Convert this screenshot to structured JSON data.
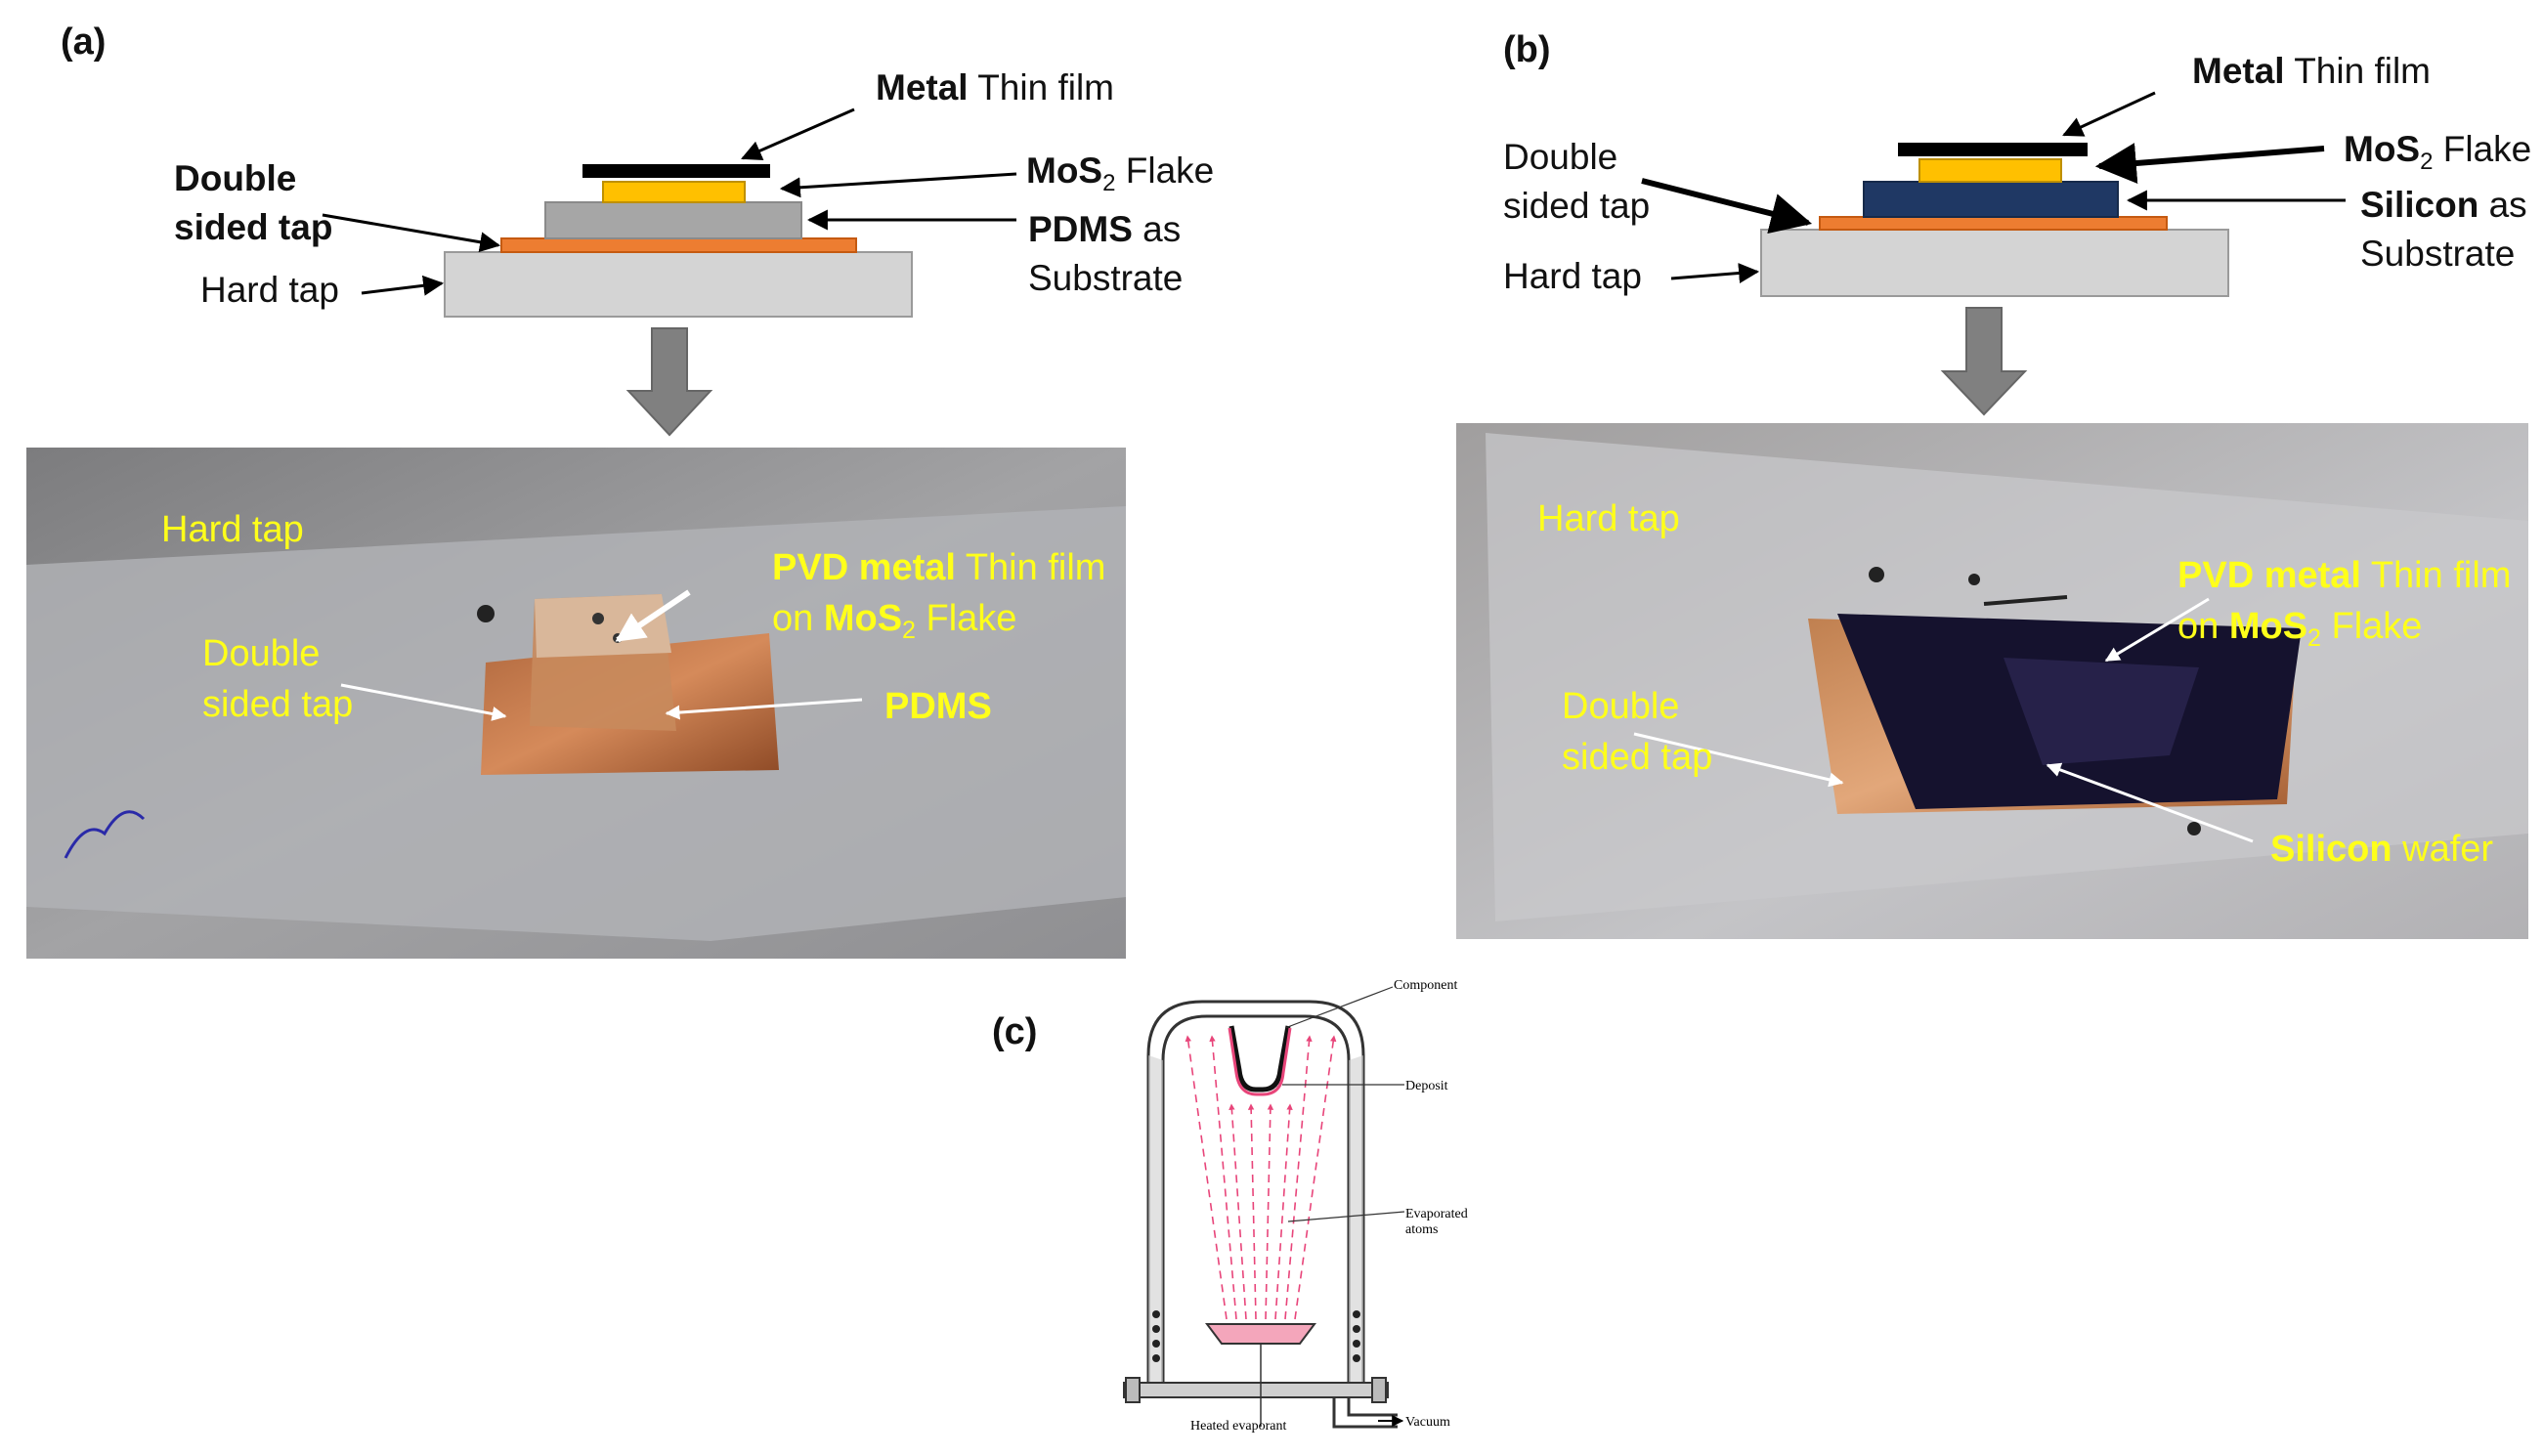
{
  "panels": {
    "a": {
      "tag": "(a)",
      "metal": {
        "bold": "Metal",
        "rest": " Thin film"
      },
      "mos2": {
        "bold": "MoS",
        "sub": "2",
        "rest": " Flake"
      },
      "substrate": {
        "bold": "PDMS",
        "rest": " as",
        "line2": "Substrate"
      },
      "double_sided": [
        "Double",
        "sided tap"
      ],
      "hard": "Hard tap",
      "photo": {
        "hard": "Hard tap",
        "pvd": {
          "bold": "PVD metal",
          "rest": " Thin film",
          "line2_pre": "on  ",
          "bold2": "MoS",
          "sub": "2",
          "rest2": " Flake"
        },
        "double": [
          "Double",
          "sided tap"
        ],
        "pdms": "PDMS"
      }
    },
    "b": {
      "tag": "(b)",
      "metal": {
        "bold": "Metal",
        "rest": " Thin film"
      },
      "mos2": {
        "bold": "MoS",
        "sub": "2",
        "rest": " Flake"
      },
      "substrate": {
        "bold": "Silicon",
        "rest": " as",
        "line2": "Substrate"
      },
      "double_sided": [
        "Double",
        "sided tap"
      ],
      "hard": "Hard tap",
      "photo": {
        "hard": "Hard tap",
        "pvd": {
          "bold": "PVD metal",
          "rest": " Thin film",
          "line2_pre": "on  ",
          "bold2": "MoS",
          "sub": "2",
          "rest2": " Flake"
        },
        "double": [
          "Double",
          "sided tap"
        ],
        "silicon": {
          "bold": "Silicon",
          "rest": " wafer"
        }
      }
    },
    "c": {
      "tag": "(c)",
      "component": "Component",
      "deposit": "Deposit",
      "evaporated": [
        "Evaporated",
        "atoms"
      ],
      "heated": "Heated evaporant",
      "vacuum": "Vacuum"
    }
  },
  "colors": {
    "metal": "#000000",
    "mos2": "#ffc000",
    "pdms": "#a6a6a6",
    "tape": "#ed7d31",
    "hardtape": "#d0d0d0",
    "silicon": "#1f3864",
    "label_yellow": "#ffff1a",
    "atoms": "#e8457a"
  }
}
